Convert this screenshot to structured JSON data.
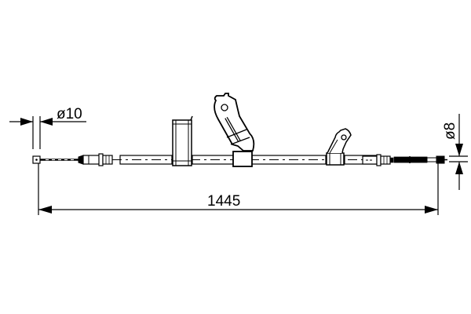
{
  "drawing": {
    "subject": "parking brake cable",
    "colors": {
      "line": "#000000",
      "background": "#ffffff"
    },
    "dimensions": {
      "overall_length": "1445",
      "left_end_diameter": "ø10",
      "right_end_diameter": "ø8"
    }
  }
}
